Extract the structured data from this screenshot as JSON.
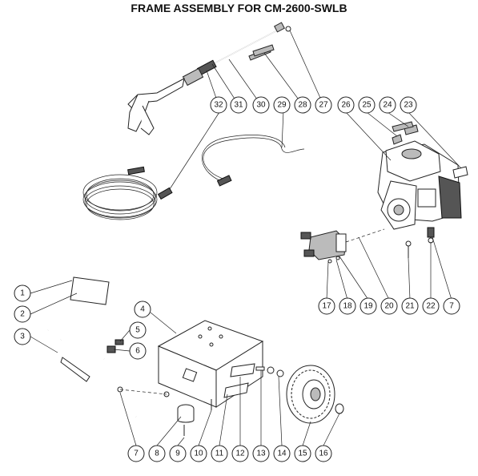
{
  "title": "FRAME ASSEMBLY FOR CM-2600-SWLB",
  "callouts": {
    "c1": "1",
    "c2": "2",
    "c3": "3",
    "c4": "4",
    "c5": "5",
    "c6": "6",
    "c7a": "7",
    "c7b": "7",
    "c8": "8",
    "c9": "9",
    "c10": "10",
    "c11": "11",
    "c12": "12",
    "c13": "13",
    "c14": "14",
    "c15": "15",
    "c16": "16",
    "c17": "17",
    "c18": "18",
    "c19": "19",
    "c20": "20",
    "c21": "21",
    "c22": "22",
    "c23": "23",
    "c24": "24",
    "c25": "25",
    "c26": "26",
    "c27": "27",
    "c28": "28",
    "c29": "29",
    "c30": "30",
    "c31": "31",
    "c32": "32"
  }
}
